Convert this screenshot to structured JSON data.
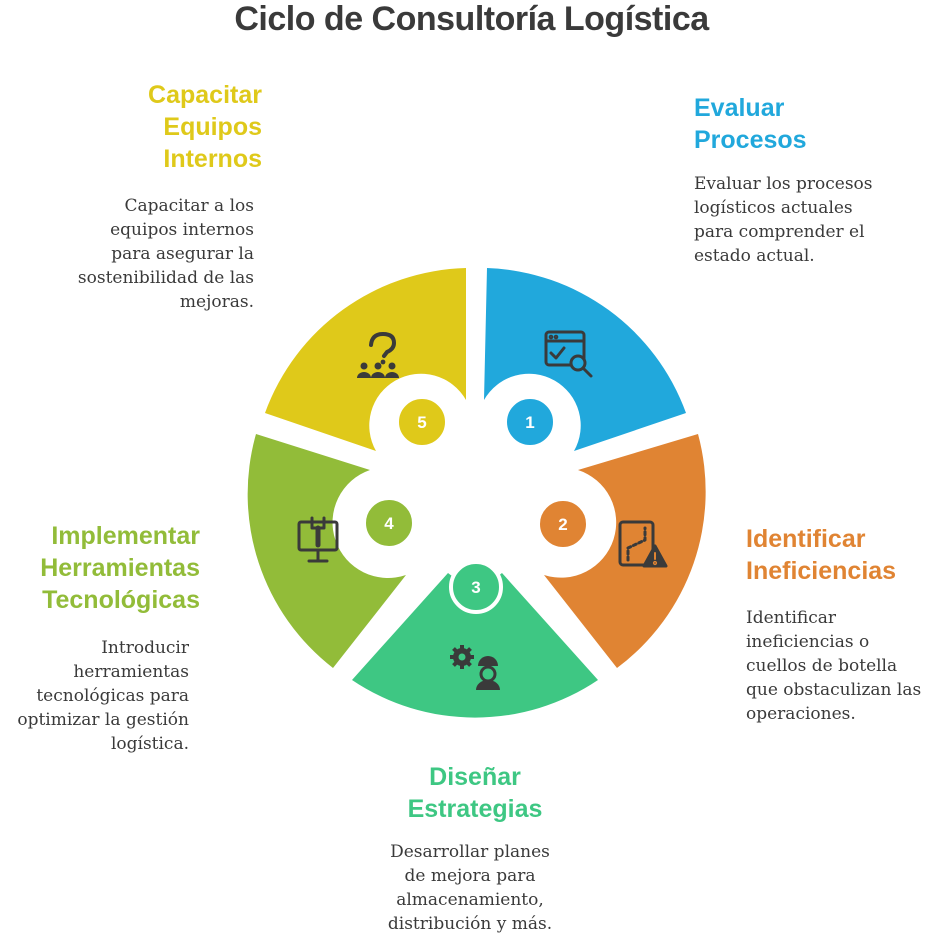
{
  "title": "Ciclo de Consultoría Logística",
  "colors": {
    "evaluate": "#21a8dc",
    "identify": "#e08433",
    "design": "#3ec783",
    "implement": "#92bc39",
    "train": "#dfc91a",
    "text": "#3a3a3a",
    "icon": "#3a3a3a"
  },
  "steps": [
    {
      "number": "1",
      "heading": "Evaluar\nProcesos",
      "description": "Evaluar los procesos\nlogísticos actuales\npara comprender el\nestado actual.",
      "icon": "browser-check-search-icon"
    },
    {
      "number": "2",
      "heading": "Identificar\nIneficiencias",
      "description": "Identificar\nineficiencias o\ncuellos de botella\nque obstaculizan las\noperaciones.",
      "icon": "route-warning-icon"
    },
    {
      "number": "3",
      "heading": "Diseñar\nEstrategias",
      "description": "Desarrollar planes\nde mejora para\nalmacenamiento,\ndistribución y más.",
      "icon": "gear-engineer-icon"
    },
    {
      "number": "4",
      "heading": "Implementar\nHerramientas\nTecnológicas",
      "description": "Introducir\nherramientas\ntecnológicas para\noptimizar la gestión\nlogística.",
      "icon": "monitor-wrench-icon"
    },
    {
      "number": "5",
      "heading": "Capacitar\nEquipos\nInternos",
      "description": "Capacitar a los\nequipos internos\npara asegurar la\nsostenibilidad de las\nmejoras.",
      "icon": "team-question-icon"
    }
  ]
}
